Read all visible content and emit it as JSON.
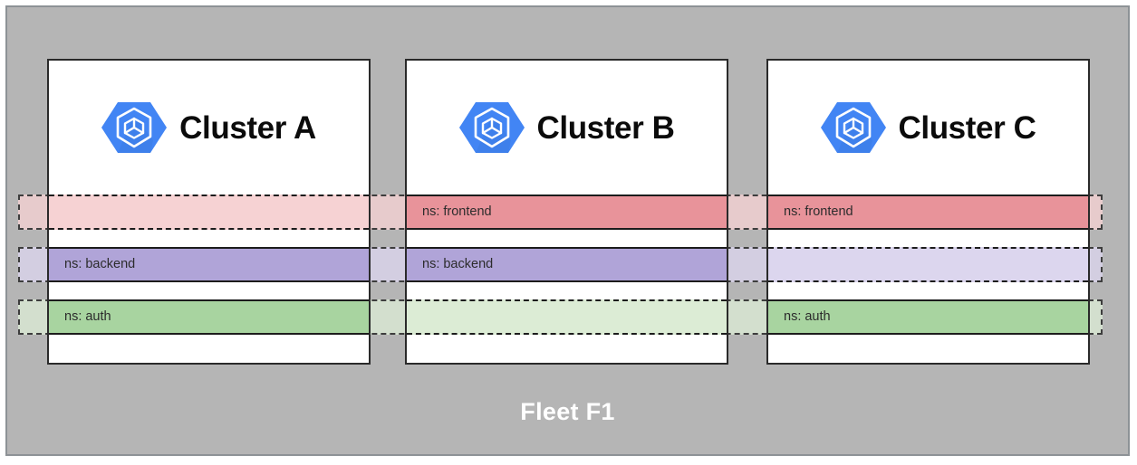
{
  "fleet": {
    "name": "Fleet F1",
    "background_color": "#b5b5b5",
    "border_color": "#8d9296",
    "label_color": "#ffffff"
  },
  "namespace_rows": [
    {
      "key": "frontend",
      "label": "ns: frontend",
      "solid_color": "#e8939a",
      "faded_color": "#f6d2d3"
    },
    {
      "key": "backend",
      "label": "ns: backend",
      "solid_color": "#b0a4d8",
      "faded_color": "#dcd6ee"
    },
    {
      "key": "auth",
      "label": "ns: auth",
      "solid_color": "#a8d4a0",
      "faded_color": "#dcecd5"
    }
  ],
  "clusters": [
    {
      "title": "Cluster A",
      "logo": "gke-cluster-icon",
      "namespaces": [
        {
          "label": "ns: frontend",
          "present": false
        },
        {
          "label": "ns: backend",
          "present": true
        },
        {
          "label": "ns: auth",
          "present": true
        }
      ]
    },
    {
      "title": "Cluster B",
      "logo": "gke-cluster-icon",
      "namespaces": [
        {
          "label": "ns: frontend",
          "present": true
        },
        {
          "label": "ns: backend",
          "present": true
        },
        {
          "label": "ns: auth",
          "present": false
        }
      ]
    },
    {
      "title": "Cluster C",
      "logo": "gke-cluster-icon",
      "namespaces": [
        {
          "label": "ns: frontend",
          "present": true
        },
        {
          "label": "ns: backend",
          "present": false
        },
        {
          "label": "ns: auth",
          "present": true
        }
      ]
    }
  ],
  "logo_colors": {
    "hexagon": "#4285f4",
    "hexagon_shadow": "#3b78dd",
    "glyph": "#ffffff"
  }
}
